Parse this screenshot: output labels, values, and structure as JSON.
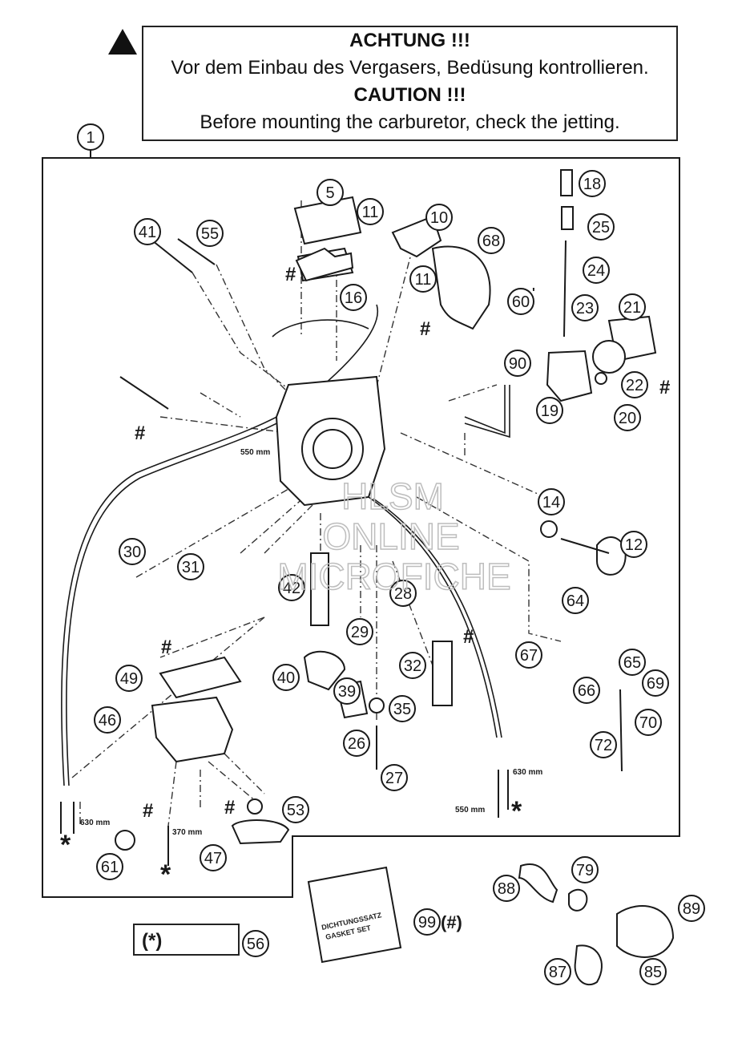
{
  "warning": {
    "title_de": "ACHTUNG !!!",
    "text_de": "Vor dem Einbau des Vergasers, Bedüsung kontrollieren.",
    "title_en": "CAUTION !!!",
    "text_en": "Before mounting the carburetor, check the jetting."
  },
  "watermark": [
    "HLSM",
    "ONLINE",
    "MICROFICHE"
  ],
  "parts": [
    "1",
    "5",
    "10",
    "11",
    "11",
    "12",
    "14",
    "16",
    "18",
    "19",
    "20",
    "21",
    "22",
    "23",
    "24",
    "25",
    "26",
    "27",
    "28",
    "29",
    "30",
    "31",
    "32",
    "35",
    "39",
    "40",
    "41",
    "42",
    "46",
    "47",
    "49",
    "53",
    "55",
    "56",
    "60",
    "61",
    "64",
    "65",
    "66",
    "67",
    "68",
    "69",
    "70",
    "72",
    "79",
    "85",
    "87",
    "88",
    "89",
    "90",
    "99"
  ],
  "marks": {
    "hash": "#",
    "star": "*",
    "star_paren": "(*)",
    "hash_paren": "(#)",
    "prime": "'"
  },
  "dimensions": {
    "d550": "550 mm",
    "d630": "630 mm",
    "d370": "370 mm"
  },
  "gasket_set": {
    "de": "DICHTUNGSSATZ",
    "en": "GASKET SET"
  },
  "colors": {
    "ink": "#1a1a1a",
    "watermark": "#bdbdbd"
  }
}
